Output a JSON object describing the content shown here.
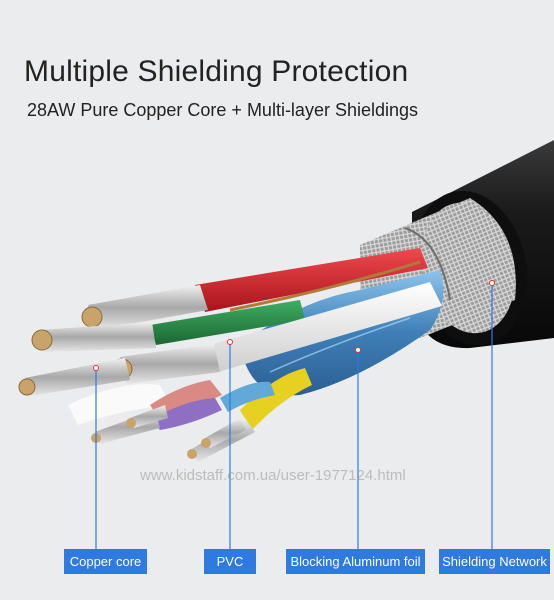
{
  "title": "Multiple Shielding Protection",
  "subtitle": "28AW Pure Copper Core + Multi-layer Shieldings",
  "watermark": "www.kidstaff.com.ua/user-1977124.html",
  "labels": {
    "copper_core": "Copper core",
    "pvc": "PVC",
    "foil": "Blocking Aluminum foil",
    "network": "Shielding Network"
  },
  "colors": {
    "background": "#ebeced",
    "label_bg": "#2e7ae0",
    "label_text": "#ffffff",
    "jacket": "#151515",
    "braid": "#b8b8b8",
    "foil": "#4f8fc8",
    "wire_red": "#cc2026",
    "wire_green": "#2a8a48",
    "wire_white": "#f2f2f2",
    "wire_purple": "#8e6fc4",
    "wire_pink": "#d98a84",
    "wire_yellow": "#e6d020",
    "wire_blue": "#62a8d8",
    "copper": "#c9a46a"
  }
}
